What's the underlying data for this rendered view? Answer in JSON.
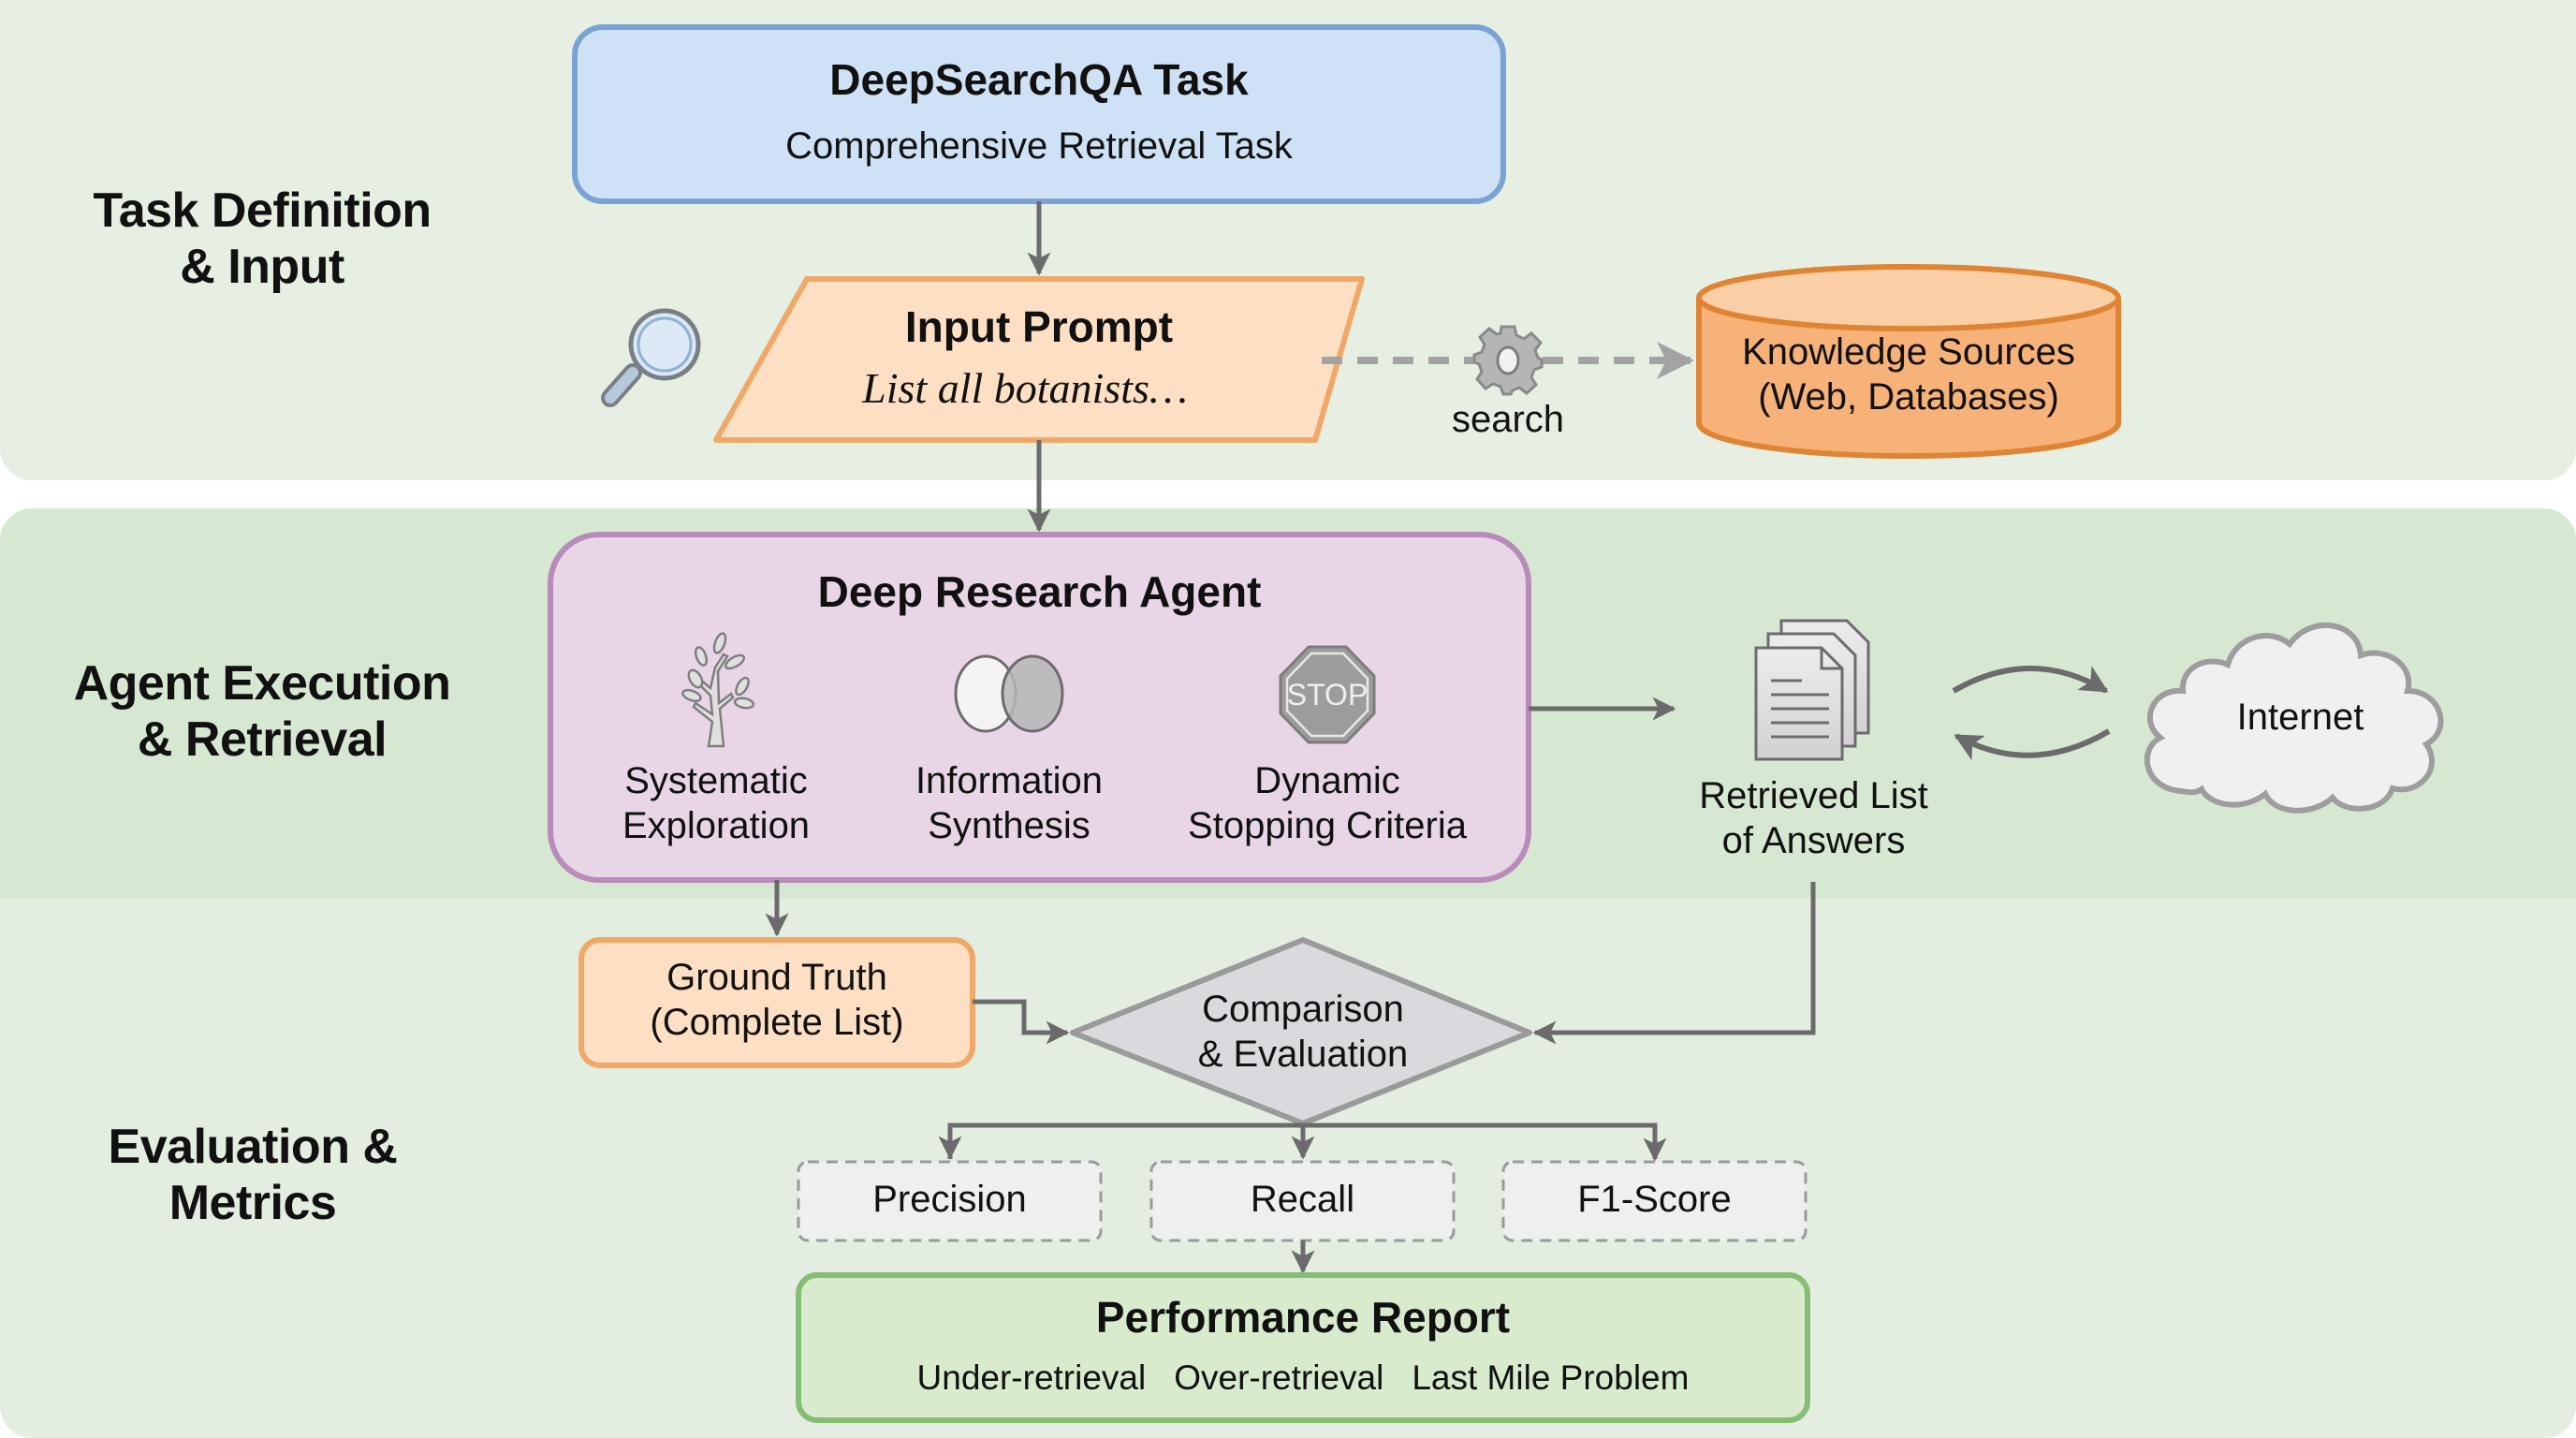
{
  "sections": [
    {
      "label_line1": "Task Definition",
      "label_line2": "& Input",
      "color": "#e6efe2"
    },
    {
      "label_line1": "Agent Execution",
      "label_line2": "& Retrieval",
      "color": "#d6e8d2"
    },
    {
      "label_line1": "Evaluation &",
      "label_line2": "Metrics",
      "color": "#e3eee0"
    }
  ],
  "task": {
    "title": "DeepSearchQA Task",
    "subtitle": "Comprehensive Retrieval Task",
    "fill": "#cfe2f5",
    "stroke": "#7aa3d4"
  },
  "input_prompt": {
    "title": "Input Prompt",
    "example": "List all botanists…",
    "fill": "#fde0c4",
    "stroke": "#f0a868"
  },
  "search_connector": {
    "label": "search",
    "icon": "gear-icon"
  },
  "knowledge_sources": {
    "line1": "Knowledge Sources",
    "line2": "(Web, Databases)",
    "fill": "#f7b27a",
    "stroke": "#de8434"
  },
  "agent": {
    "title": "Deep Research Agent",
    "fill": "#e8d6e6",
    "stroke": "#b88bba",
    "capabilities": [
      {
        "icon": "tree-icon",
        "line1": "Systematic",
        "line2": "Exploration"
      },
      {
        "icon": "venn-diagram-icon",
        "line1": "Information",
        "line2": "Synthesis"
      },
      {
        "icon": "stop-sign-icon",
        "line1": "Dynamic",
        "line2": "Stopping Criteria",
        "icon_text": "STOP"
      }
    ]
  },
  "retrieved": {
    "line1": "Retrieved List",
    "line2": "of Answers",
    "icon": "documents-icon"
  },
  "internet": {
    "label": "Internet",
    "icon": "cloud-icon"
  },
  "ground_truth": {
    "line1": "Ground Truth",
    "line2": "(Complete List)",
    "fill": "#fde0c4",
    "stroke": "#f0a868"
  },
  "comparison": {
    "line1": "Comparison",
    "line2": "& Evaluation",
    "fill": "#d9d9de",
    "stroke": "#9a9a9a"
  },
  "metrics": [
    {
      "label": "Precision"
    },
    {
      "label": "Recall"
    },
    {
      "label": "F1-Score"
    }
  ],
  "report": {
    "title": "Performance Report",
    "items": [
      "Under-retrieval",
      "Over-retrieval",
      "Last Mile Problem"
    ],
    "fill": "#d8eccd",
    "stroke": "#86bd74"
  },
  "connector_color": "#6b6b6b"
}
